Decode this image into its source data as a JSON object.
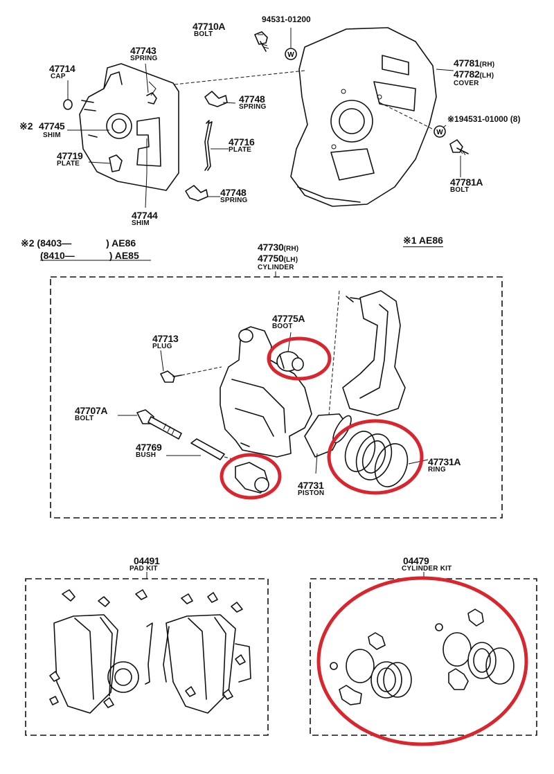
{
  "labels": {
    "l47710A": {
      "num": "47710A",
      "name": "BOLT"
    },
    "l94531_01200": {
      "num": "94531-01200"
    },
    "l47743": {
      "num": "47743",
      "name": "SPRING"
    },
    "l47714": {
      "num": "47714",
      "name": "CAP"
    },
    "l47745": {
      "mark": "※2",
      "num": "47745",
      "name": "SHIM"
    },
    "l47719": {
      "num": "47719",
      "name": "PLATE"
    },
    "l47748a": {
      "num": "47748",
      "name": "SPRING"
    },
    "l47716": {
      "num": "47716",
      "name": "PLATE"
    },
    "l47748b": {
      "num": "47748",
      "name": "SPRING"
    },
    "l47744": {
      "num": "47744",
      "name": "SHIM"
    },
    "l47781": {
      "num1": "47781",
      "suf1": "(RH)",
      "num2": "47782",
      "suf2": "(LH)",
      "name": "COVER"
    },
    "l194531": {
      "text": "※194531-01000 (8)"
    },
    "l47781A": {
      "num": "47781A",
      "name": "BOLT"
    },
    "l47730": {
      "num1": "47730",
      "suf1": "(RH)",
      "num2": "47750",
      "suf2": "(LH)",
      "name": "CYLINDER"
    },
    "l47775A": {
      "num": "47775A",
      "name": "BOOT"
    },
    "l47713": {
      "num": "47713",
      "name": "PLUG"
    },
    "l47707A": {
      "num": "47707A",
      "name": "BOLT"
    },
    "l47769": {
      "num": "47769",
      "name": "BUSH"
    },
    "l47731": {
      "num": "47731",
      "name": "PISTON"
    },
    "l47731A": {
      "num": "47731A",
      "name": "RING"
    },
    "l04491": {
      "num": "04491",
      "name": "PAD KIT"
    },
    "l04479": {
      "num": "04479",
      "name": "CYLINDER KIT"
    }
  },
  "notes": {
    "note2_line1": {
      "mark": "※2",
      "text": "(8403—",
      "model": ") AE86"
    },
    "note2_line2": {
      "text": "(8410—",
      "model": ") AE85"
    },
    "note1": {
      "mark": "※1",
      "model": "AE86"
    }
  },
  "washer_symbol": "W",
  "colors": {
    "ink": "#111111",
    "highlight": "#d9262e",
    "paper": "#ffffff"
  }
}
